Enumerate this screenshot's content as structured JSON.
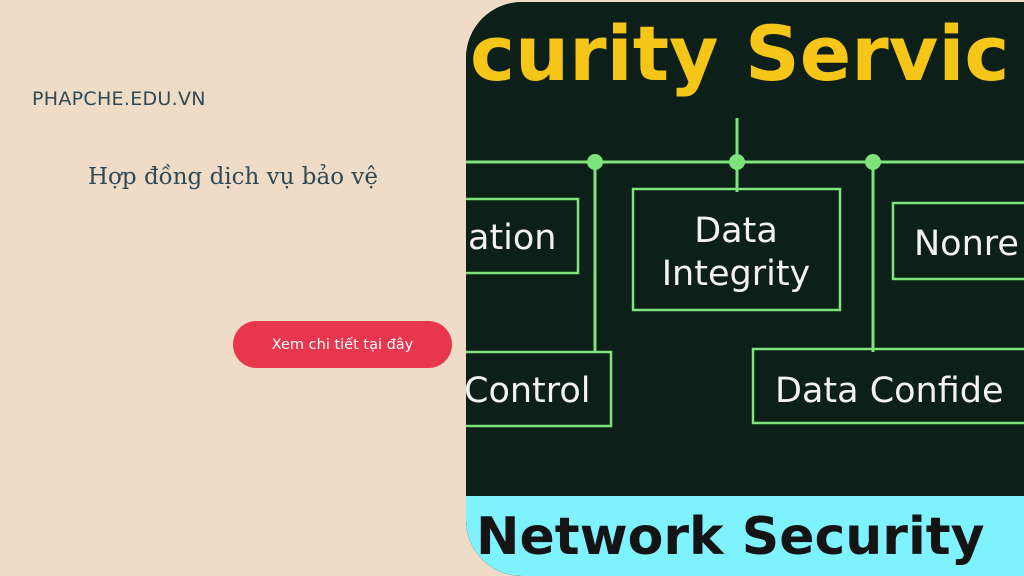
{
  "site": {
    "name": "PHAPCHE.EDU.VN"
  },
  "article": {
    "title": "Hợp đồng dịch vụ bảo vệ"
  },
  "cta": {
    "label": "Xem chi tiết tại đây"
  },
  "hero_image": {
    "heading": "curity Servic",
    "boxes": {
      "authentication": "ation",
      "data_integrity_line1": "Data",
      "data_integrity_line2": "Integrity",
      "nonrepudiation": "Nonre",
      "access_control": "Control",
      "data_confidentiality": "Data Confide"
    },
    "banner": "Network Security",
    "colors": {
      "background": "#0c1f18",
      "heading": "#f5c518",
      "lines": "#7de37a",
      "banner": "#7ff2ff"
    }
  }
}
